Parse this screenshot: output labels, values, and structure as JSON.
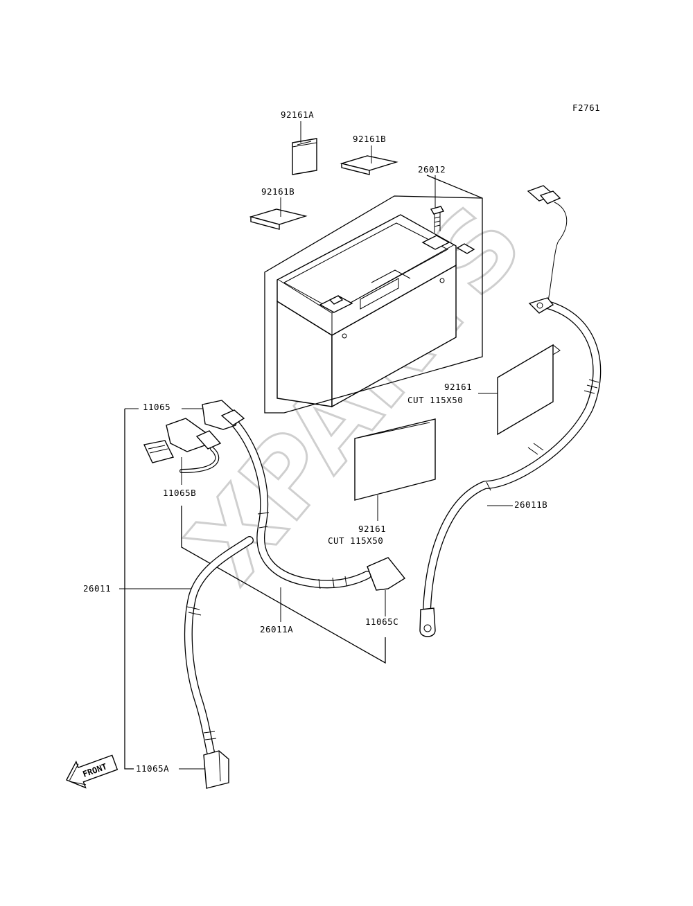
{
  "figure_code": "F2761",
  "watermark": "XPARTS",
  "parts": {
    "sticker_a": "92161A",
    "sticker_b_upper": "92161B",
    "sticker_b_lower": "92161B",
    "battery": "26012",
    "pad_right_code": "92161",
    "pad_right_cut": "CUT 115X50",
    "pad_center_code": "92161",
    "pad_center_cut": "CUT 115X50",
    "cap_11065": "11065",
    "cap_11065b": "11065B",
    "cable_26011": "26011",
    "cable_26011a": "26011A",
    "cap_11065c": "11065C",
    "cable_26011b": "26011B",
    "cap_11065a": "11065A"
  },
  "front_arrow": "FRONT"
}
